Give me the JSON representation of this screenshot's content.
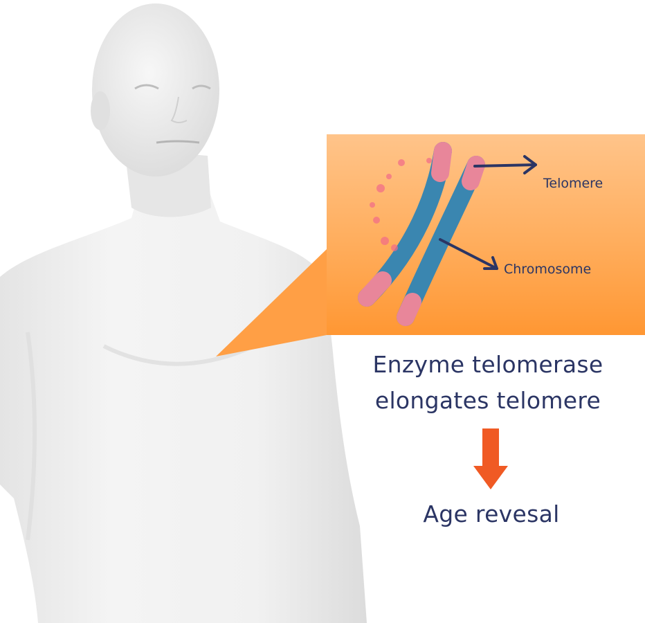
{
  "labels": {
    "telomere": "Telomere",
    "chromosome": "Chromosome"
  },
  "captions": {
    "line1": "Enzyme telomerase",
    "line2": "elongates telomere",
    "result": "Age revesal"
  },
  "colors": {
    "callout": "#ffa84f",
    "text": "#2b3564",
    "arrow": "#f05a24",
    "chromatid": "#3a86b0",
    "telomere_tip": "#e8869a"
  },
  "icons": {
    "figure": "human-torso-illustration",
    "chromosome": "chromosome-icon",
    "pointer": "arrow-right-icon",
    "flow": "arrow-down-icon"
  }
}
